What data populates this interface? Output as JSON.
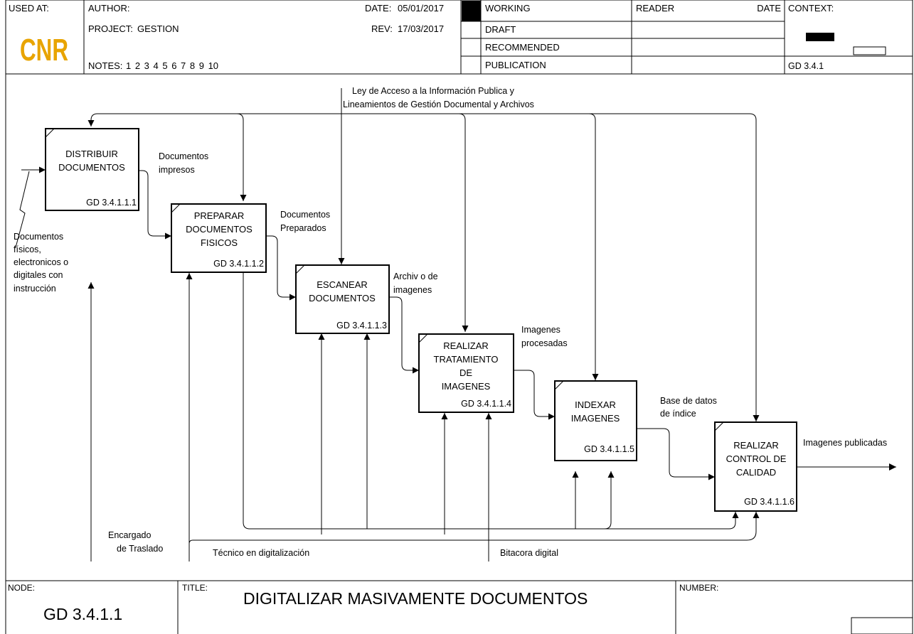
{
  "header": {
    "used_at_label": "USED AT:",
    "author_label": "AUTHOR:",
    "project_label": "PROJECT:",
    "project_value": "GESTION",
    "notes_label": "NOTES:",
    "notes_numbers": "1 2 3 4 5 6 7 8 9 10",
    "date_label": "DATE:",
    "date_value": "05/01/2017",
    "rev_label": "REV:",
    "rev_value": "17/03/2017",
    "status": [
      "WORKING",
      "DRAFT",
      "RECOMMENDED",
      "PUBLICATION"
    ],
    "reader_label": "READER",
    "reader_date_label": "DATE",
    "context_label": "CONTEXT:",
    "context_ref": "GD 3.4.1",
    "logo_text": "CNR",
    "logo_color": "#E8A400"
  },
  "diagram": {
    "control_label_1": "Ley de Acceso a la Información Publica y",
    "control_label_2": "Lineamientos de Gestión Documental y Archivos",
    "input_label": [
      "Documentos",
      "físicos,",
      "electronicos o",
      "digitales con",
      "instrucción"
    ],
    "boxes": [
      {
        "lines": [
          "DISTRIBUIR",
          "DOCUMENTOS"
        ],
        "code": "GD 3.4.1.1.1"
      },
      {
        "lines": [
          "PREPARAR",
          "DOCUMENTOS",
          "FISICOS"
        ],
        "code": "GD 3.4.1.1.2"
      },
      {
        "lines": [
          "ESCANEAR",
          "DOCUMENTOS"
        ],
        "code": "GD 3.4.1.1.3"
      },
      {
        "lines": [
          "REALIZAR",
          "TRATAMIENTO",
          "DE",
          "IMAGENES"
        ],
        "code": "GD 3.4.1.1.4"
      },
      {
        "lines": [
          "INDEXAR",
          "IMAGENES"
        ],
        "code": "GD 3.4.1.1.5"
      },
      {
        "lines": [
          "REALIZAR",
          "CONTROL DE",
          "CALIDAD"
        ],
        "code": "GD 3.4.1.1.6"
      }
    ],
    "flows": [
      [
        "Documentos",
        "impresos"
      ],
      [
        "Documentos",
        "Preparados"
      ],
      [
        "Archiv o de",
        "imagenes"
      ],
      [
        "Imagenes",
        "procesadas"
      ],
      [
        "Base de datos",
        "de índice"
      ],
      [
        "Imagenes publicadas"
      ]
    ],
    "mechanisms": {
      "encargado": [
        "Encargado",
        "de Traslado"
      ],
      "tecnico": "Técnico en digitalización",
      "bitacora": "Bitacora digital"
    }
  },
  "footer": {
    "node_label": "NODE:",
    "node_value": "GD 3.4.1.1",
    "title_label": "TITLE:",
    "title_value": "DIGITALIZAR MASIVAMENTE DOCUMENTOS",
    "number_label": "NUMBER:"
  }
}
